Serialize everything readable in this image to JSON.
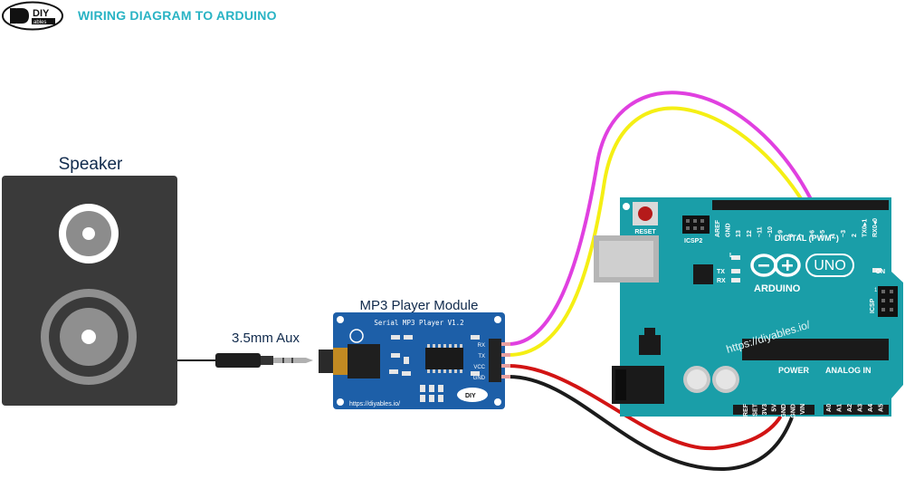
{
  "header": {
    "logo_text_top": "DIY",
    "logo_text_bottom": "ables",
    "title": "WIRING DIAGRAM TO ARDUINO"
  },
  "speaker": {
    "label": "Speaker"
  },
  "aux": {
    "label": "3.5mm Aux"
  },
  "mp3_module": {
    "label": "MP3 Player Module",
    "board_text": "Serial MP3 Player V1.2",
    "url_text": "https://diyables.io/",
    "pins": [
      "RX",
      "TX",
      "VCC",
      "GND"
    ],
    "logo_text": "DIY"
  },
  "arduino": {
    "reset_label": "RESET",
    "icsp2_label": "ICSP2",
    "digital_label": "DIGITAL (PWM~)",
    "digital_pins": [
      "AREF",
      "GND",
      "13",
      "12",
      "~11",
      "~10",
      "~9",
      "8",
      "7",
      "~6",
      "~5",
      "4",
      "~3",
      "2",
      "TX0▸1",
      "RX0◂0"
    ],
    "led_labels": [
      "L",
      "TX",
      "RX"
    ],
    "on_label": "ON",
    "brand": "ARDUINO",
    "model": "UNO",
    "icsp_label": "ICSP",
    "icsp_pin1": "1",
    "watermark": "https://diyables.io/",
    "power_label": "POWER",
    "analog_label": "ANALOG IN",
    "power_pins": [
      "IOREF",
      "RESET",
      "3V3",
      "5V",
      "GND",
      "GND",
      "VIN"
    ],
    "analog_pins": [
      "A0",
      "A1",
      "A2",
      "A3",
      "A4",
      "A5"
    ]
  },
  "colors": {
    "title": "#29b3c4",
    "board": "#1a9ea8",
    "module": "#1d5fa8",
    "wire_rx": "#e040e0",
    "wire_tx": "#f5ef14",
    "wire_vcc": "#d21414",
    "wire_gnd": "#1b1b1b"
  }
}
